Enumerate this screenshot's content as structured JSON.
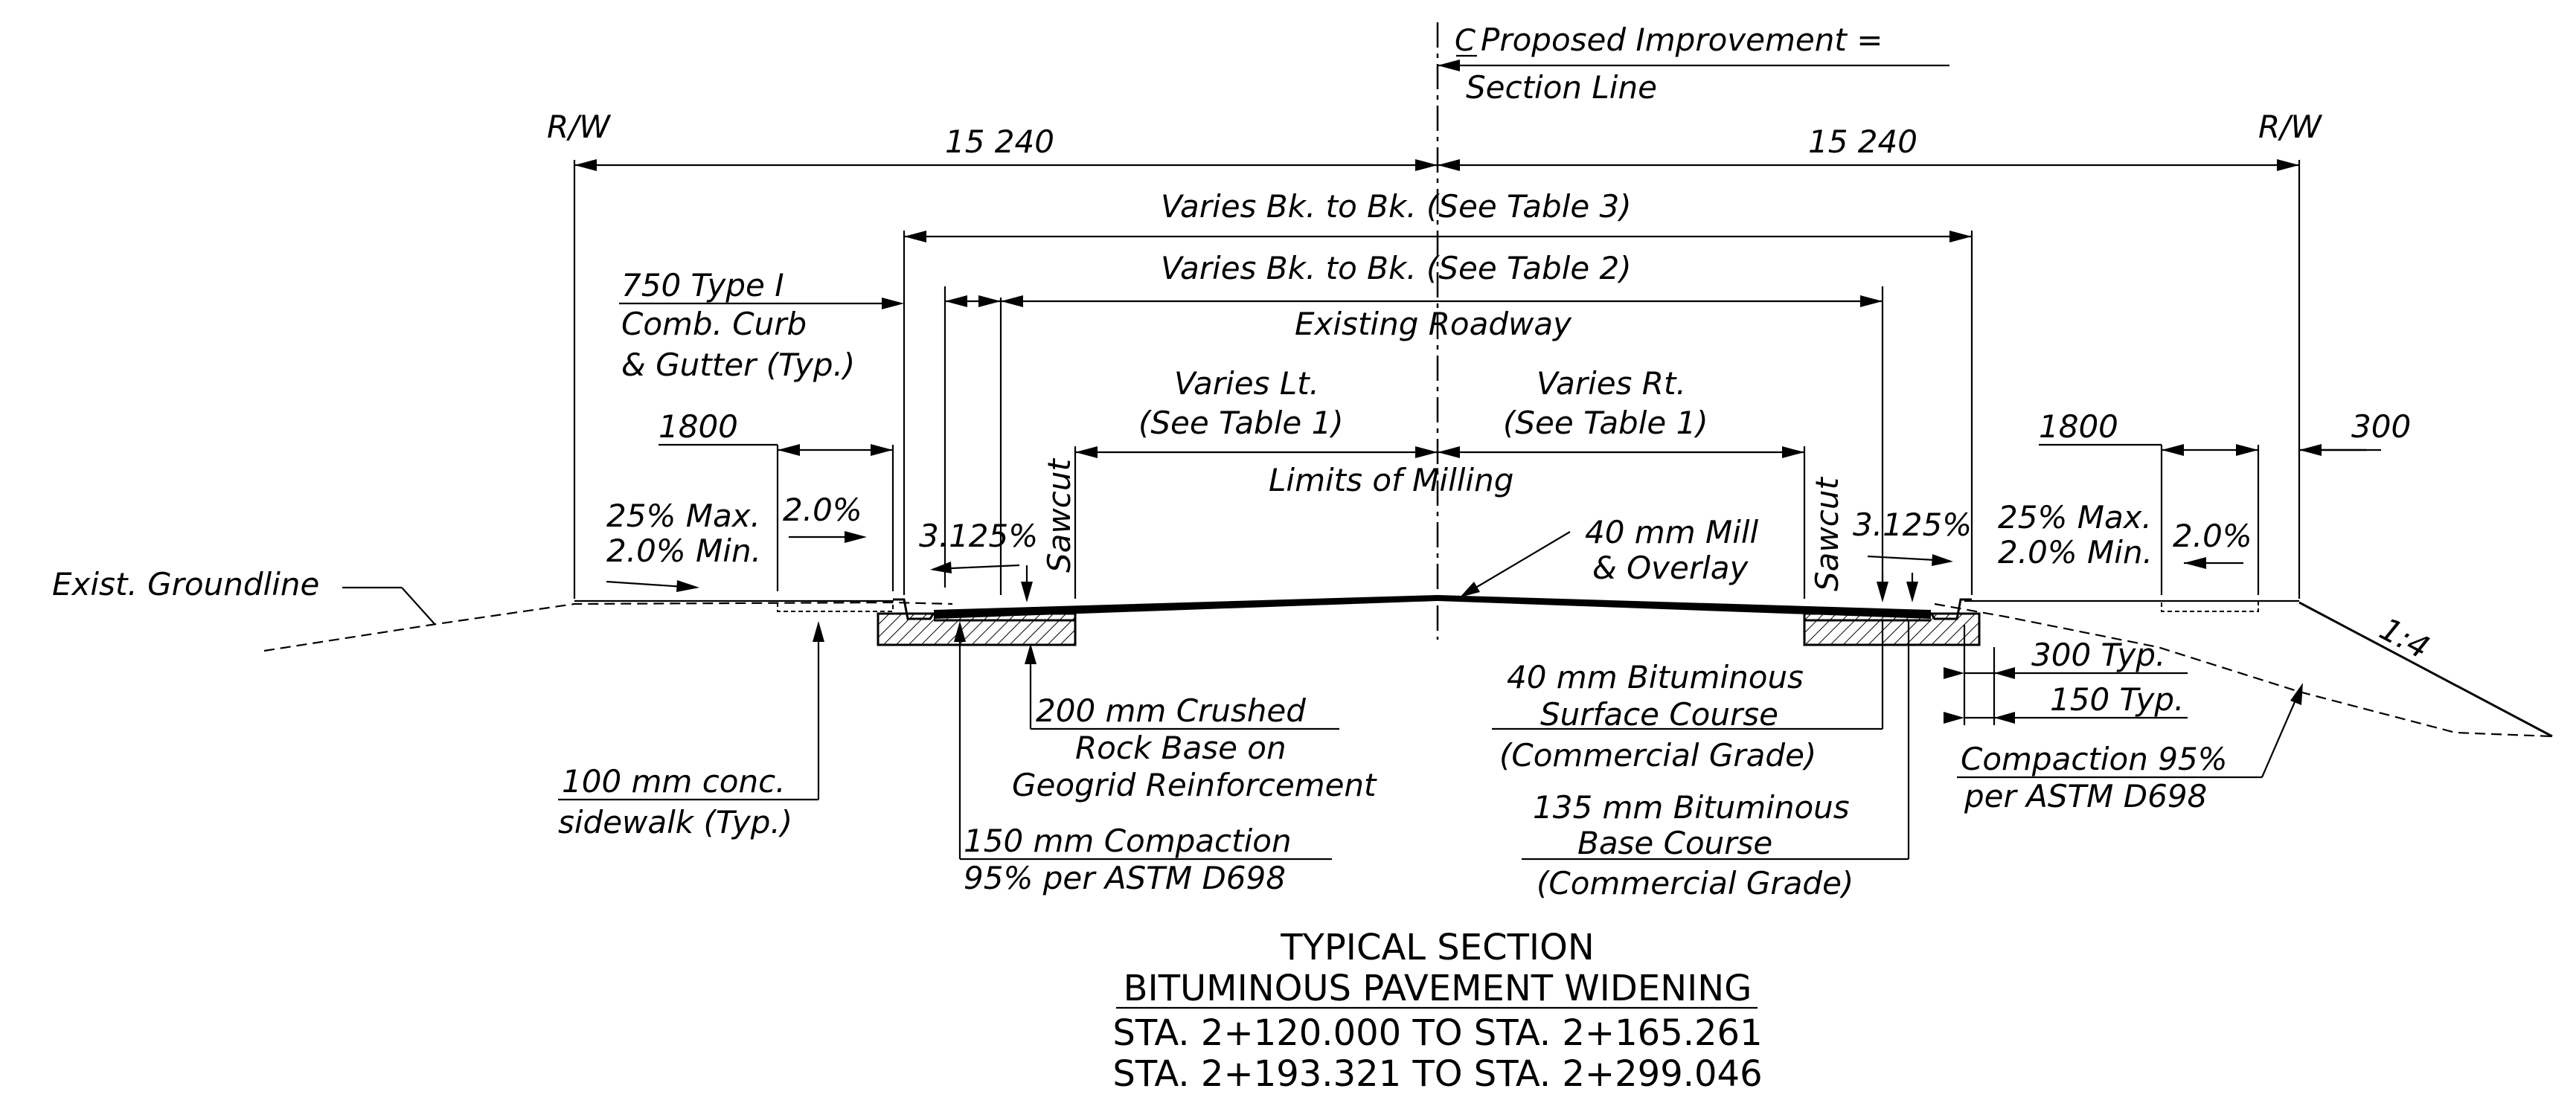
{
  "labels": {
    "cl_line1": "Proposed Improvement =",
    "cl_line2": "Section Line",
    "rw_left": "R/W",
    "rw_right": "R/W",
    "dim_left": "15 240",
    "dim_right": "15 240",
    "table3": "Varies Bk. to Bk. (See Table 3)",
    "table2": "Varies Bk. to Bk. (See Table 2)",
    "existing_roadway": "Existing Roadway",
    "curb_line1": "750 Type I",
    "curb_line2": "Comb. Curb",
    "curb_line3": "& Gutter (Typ.)",
    "varies_lt_1": "Varies Lt.",
    "varies_lt_2": "(See Table 1)",
    "varies_rt_1": "Varies Rt.",
    "varies_rt_2": "(See Table 1)",
    "limits_milling": "Limits of Milling",
    "dim_1800_left": "1800",
    "dim_1800_right": "1800",
    "dim_300": "300",
    "slope_max_left": "25% Max.",
    "slope_min_left": "2.0% Min.",
    "slope_2_left": "2.0%",
    "slope_max_right": "25% Max.",
    "slope_min_right": "2.0% Min.",
    "slope_2_right": "2.0%",
    "cross_slope_left": "3.125%",
    "cross_slope_right": "3.125%",
    "sawcut_left": "Sawcut",
    "sawcut_right": "Sawcut",
    "mill_line1": "40 mm Mill",
    "mill_line2": "& Overlay",
    "groundline": "Exist. Groundline",
    "side_slope": "1:4",
    "sidewalk_line1": "100 mm conc.",
    "sidewalk_line2": "sidewalk (Typ.)",
    "base_line1": "200 mm Crushed",
    "base_line2": "Rock Base on",
    "base_line3": "Geogrid Reinforcement",
    "compaction_line1": "150 mm Compaction",
    "compaction_line2": "95% per ASTM D698",
    "surface_line1": "40 mm Bituminous",
    "surface_line2": "Surface Course",
    "surface_line3": "(Commercial Grade)",
    "basecourse_line1": "135 mm Bituminous",
    "basecourse_line2": "Base Course",
    "basecourse_line3": "(Commercial Grade)",
    "typ_300": "300 Typ.",
    "typ_150": "150 Typ.",
    "compaction_right_1": "Compaction 95%",
    "compaction_right_2": "per ASTM D698"
  },
  "title": {
    "line1": "TYPICAL SECTION",
    "line2": "BITUMINOUS PAVEMENT WIDENING",
    "line3": "STA. 2+120.000 TO STA. 2+165.261",
    "line4": "STA. 2+193.321 TO STA. 2+299.046"
  }
}
